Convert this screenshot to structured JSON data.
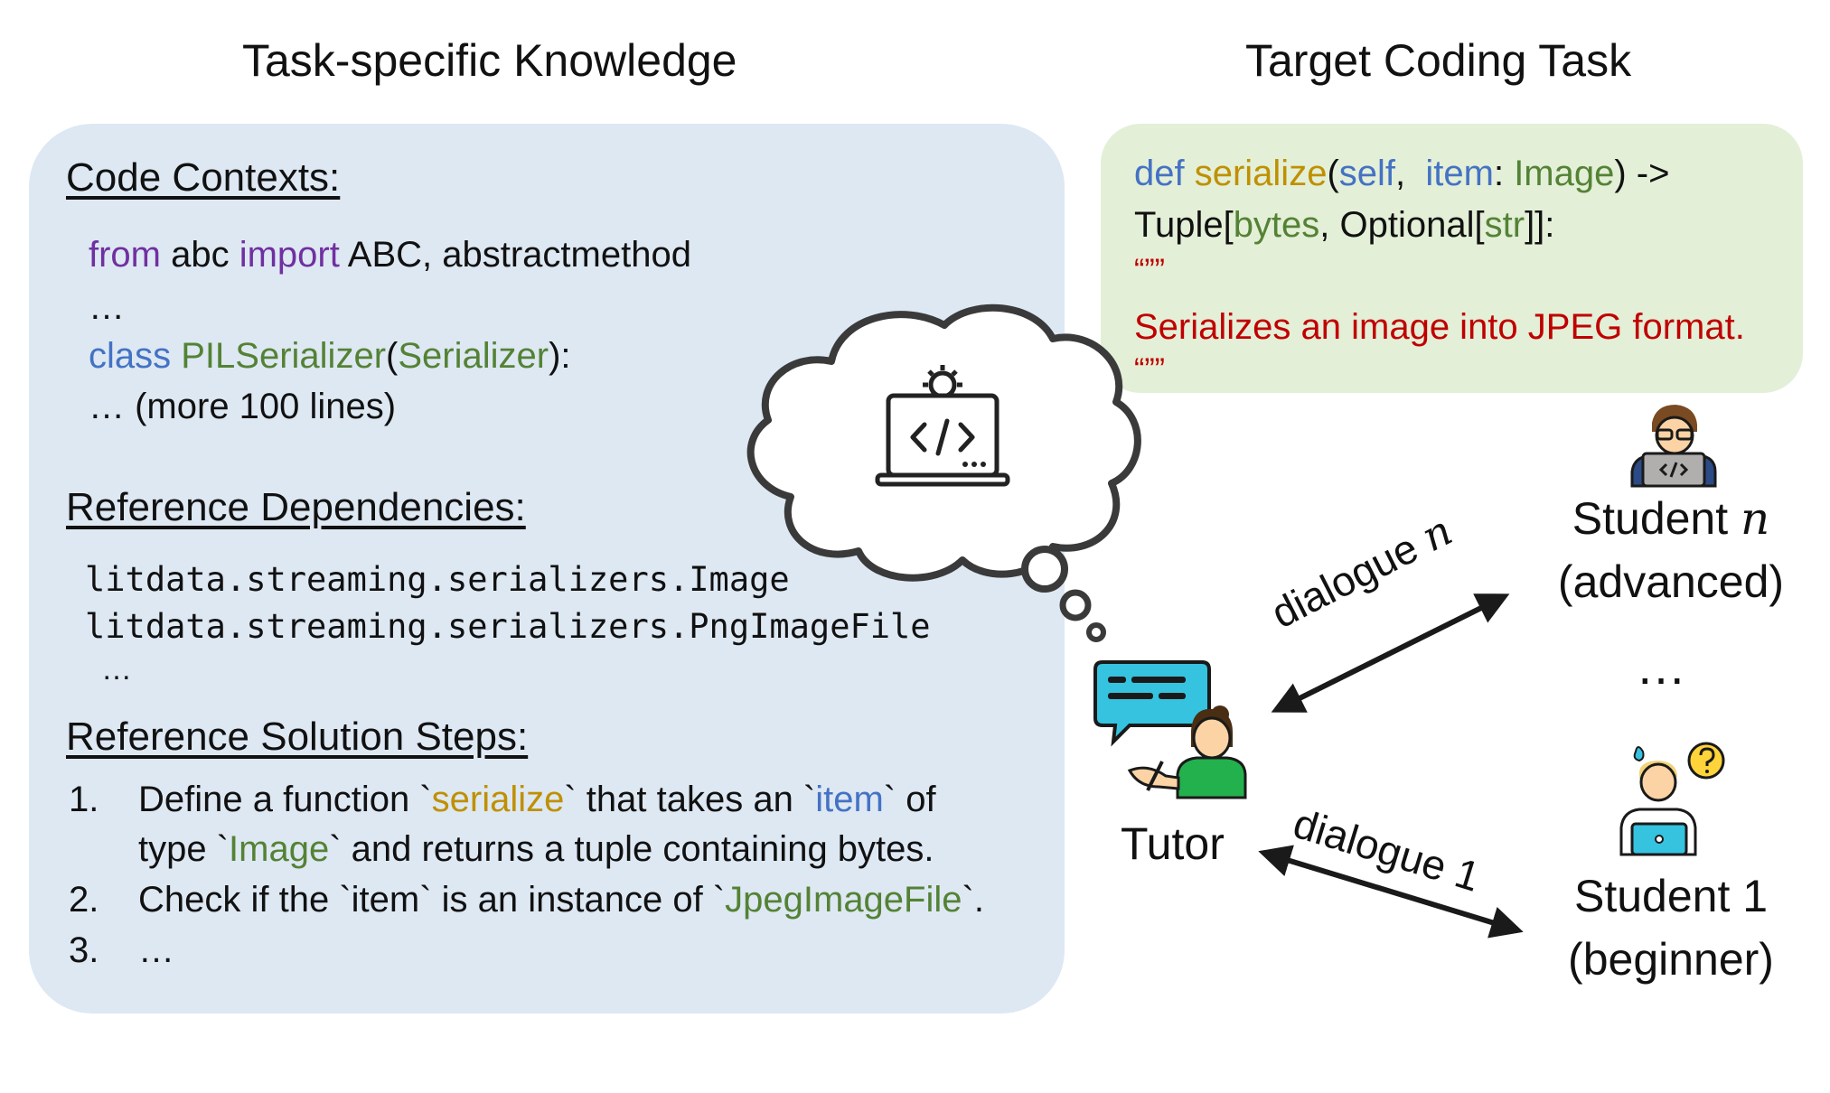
{
  "headings": {
    "left": "Task-specific Knowledge",
    "right": "Target Coding Task"
  },
  "knowledge": {
    "code_contexts": {
      "title": "Code Contexts:",
      "line1": {
        "from": "from",
        "mod": " abc ",
        "import": "import",
        "rest": " ABC, abstractmethod"
      },
      "line2": "…",
      "line3": {
        "class": "class",
        "name": " PILSerializer",
        "open": "(",
        "base": "Serializer",
        "close": "):"
      },
      "line4": "… (more 100 lines)"
    },
    "dependencies": {
      "title": "Reference Dependencies:",
      "items": [
        "litdata.streaming.serializers.Image",
        "litdata.streaming.serializers.PngImageFile"
      ],
      "more": "…"
    },
    "solution_steps": {
      "title": "Reference Solution Steps:",
      "step1": {
        "num": "1.",
        "a": "Define a function `",
        "fn": "serialize",
        "b": "` that takes an `",
        "arg": "item",
        "c": "` of",
        "d": "type `",
        "type": "Image",
        "e": "` and returns a tuple containing bytes."
      },
      "step2": {
        "num": "2.",
        "a": "Check if the `item` is an instance of `",
        "type": "JpegImageFile",
        "b": "`."
      },
      "step3": {
        "num": "3.",
        "text": "…"
      }
    }
  },
  "task": {
    "def": "def",
    "fn": " serialize",
    "open": "(",
    "self": "self",
    "comma": ",  ",
    "item": "item",
    "colon": ": ",
    "image": "Image",
    "arrow": ") ->",
    "tuple": "Tuple[",
    "bytes": "bytes",
    "optional": ", Optional[",
    "str": "str",
    "end": "]]:",
    "quote_open": "“””",
    "docstring": "Serializes an image into JPEG format.",
    "quote_close": "“””"
  },
  "agents": {
    "tutor": "Tutor",
    "student_n_name": "Student ",
    "student_n_var": "n",
    "student_n_level": "(advanced)",
    "ellipsis": "…",
    "student_1_name": "Student 1",
    "student_1_level": "(beginner)"
  },
  "dialogues": {
    "n_text": "dialogue ",
    "n_var": "n",
    "one": "dialogue 1"
  },
  "icons": [
    "thought-cloud",
    "laptop-code-icon",
    "gear-icon",
    "tutor-icon",
    "chat-bubble-icon",
    "student-advanced-icon",
    "student-beginner-icon",
    "question-mark-icon"
  ],
  "colors": {
    "knowledge_panel": "#dde8f3",
    "task_panel": "#e3efd7",
    "keyword_purple": "#7030a0",
    "keyword_blue": "#4472c4",
    "keyword_green": "#548235",
    "keyword_gold": "#bf9000",
    "docstring_red": "#c00000"
  }
}
